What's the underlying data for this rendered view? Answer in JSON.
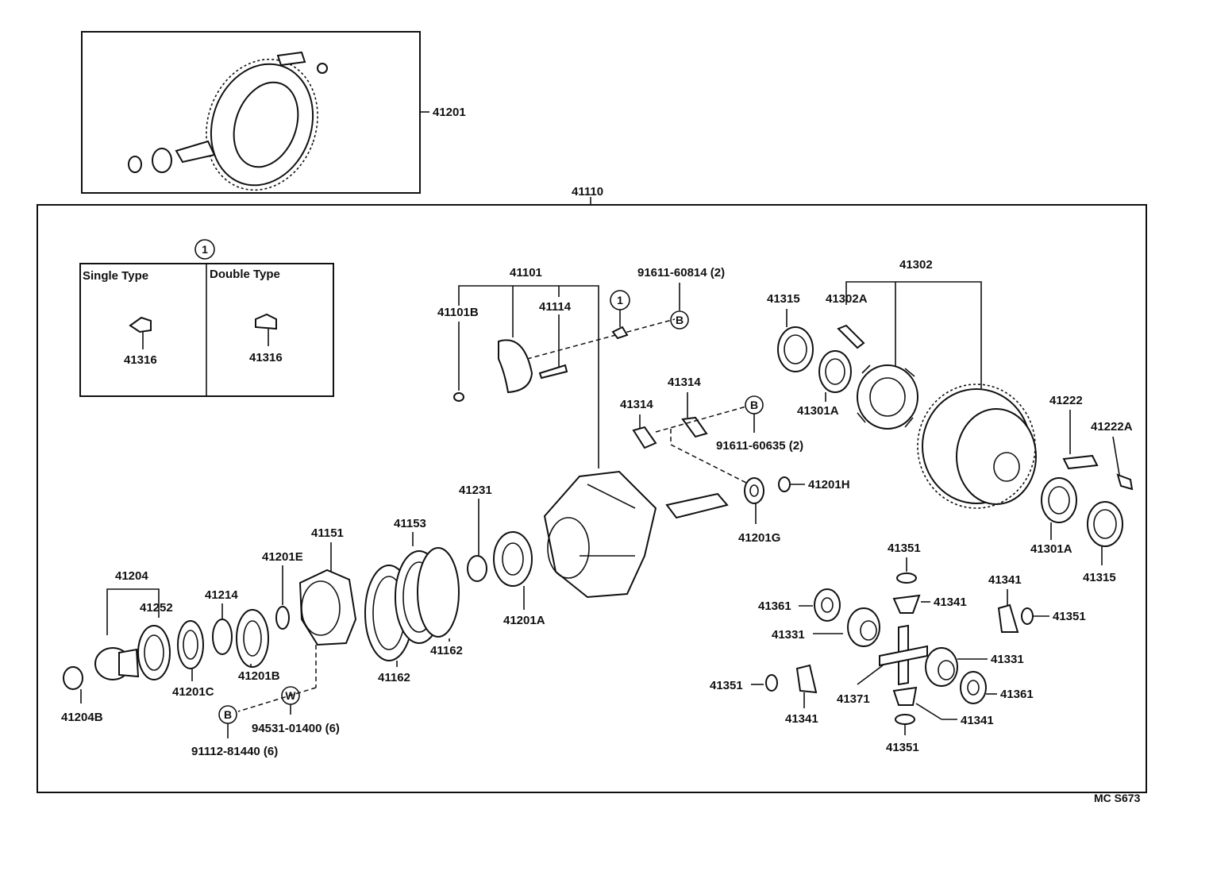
{
  "labels": {
    "p41201": "41201",
    "p41110": "41110",
    "p41101": "41101",
    "p41101B": "41101B",
    "p41114": "41114",
    "p91611_60814": "91611-60814 (2)",
    "p41302": "41302",
    "p41315_top": "41315",
    "p41302A": "41302A",
    "p41301A_top": "41301A",
    "p41314_a": "41314",
    "p41314_b": "41314",
    "p91611_60635": "91611-60635 (2)",
    "p41222": "41222",
    "p41222A": "41222A",
    "p41201H": "41201H",
    "p41201G": "41201G",
    "p41301A_right": "41301A",
    "p41315_right": "41315",
    "p41231": "41231",
    "p41153": "41153",
    "p41151": "41151",
    "p41201E": "41201E",
    "p41204": "41204",
    "p41252": "41252",
    "p41214": "41214",
    "p41201A": "41201A",
    "p41162_a": "41162",
    "p41162_b": "41162",
    "p41201B": "41201B",
    "p41201C": "41201C",
    "p41204B": "41204B",
    "p94531": "94531-01400 (6)",
    "p91112": "91112-81440 (6)",
    "p41351_top": "41351",
    "p41341_top": "41341",
    "p41361_left": "41361",
    "p41331_left": "41331",
    "p41341_rt": "41341",
    "p41351_rt": "41351",
    "p41331_right": "41331",
    "p41361_right": "41361",
    "p41371": "41371",
    "p41351_left": "41351",
    "p41341_left": "41341",
    "p41341_bottom": "41341",
    "p41351_bottom": "41351",
    "p41316_single": "41316",
    "p41316_double": "41316"
  },
  "inset": {
    "single_type": "Single Type",
    "double_type": "Double Type",
    "marker": "1"
  },
  "markers": {
    "circle_1": "1",
    "circle_B": "B",
    "circle_W": "W"
  },
  "footer": {
    "code": "MC S673"
  }
}
